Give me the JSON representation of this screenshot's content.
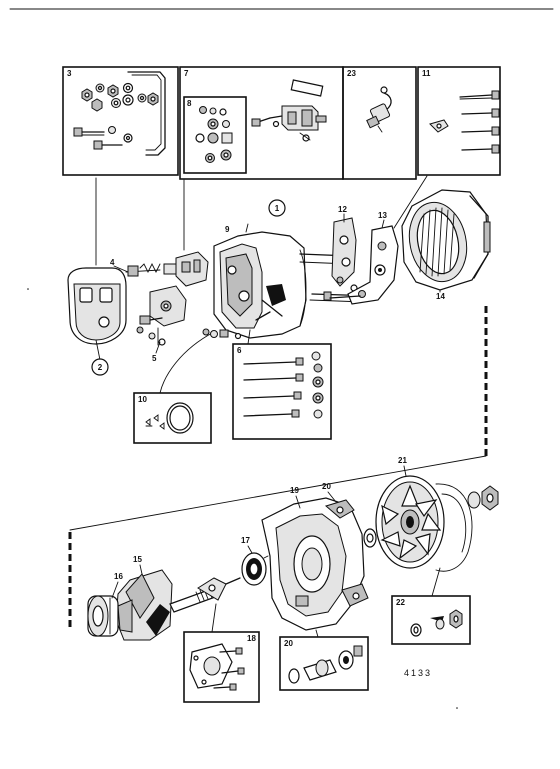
{
  "diagram": {
    "box_labels": {
      "kit_3": "3",
      "kit_7": "7",
      "kit_8": "8",
      "kit_23": "23",
      "kit_11": "11",
      "kit_6": "6",
      "kit_10": "10",
      "kit_22": "22",
      "kit_18": "18",
      "kit_20_lower": "20"
    },
    "callouts": {
      "c1": "1",
      "c2": "2",
      "c4": "4",
      "c5": "5",
      "c9": "9",
      "c12": "12",
      "c13": "13",
      "c14": "14",
      "c15": "15",
      "c16": "16",
      "c17": "17",
      "c19": "19",
      "c20": "20",
      "c21": "21"
    },
    "drawing_number": "4133"
  }
}
